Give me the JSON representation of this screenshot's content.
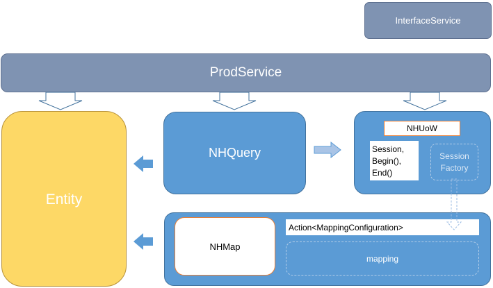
{
  "interface_service": {
    "label": "InterfaceService"
  },
  "prod_service": {
    "label": "ProdService"
  },
  "entity": {
    "label": "Entity"
  },
  "nhquery": {
    "label": "NHQuery"
  },
  "nhuow": {
    "label": "NHUoW",
    "session_text": "Session,\nBegin(),\nEnd()",
    "session_factory": "Session\nFactory"
  },
  "nhmap": {
    "label": "NHMap",
    "action": "Action<MappingConfiguration>",
    "mapping": "mapping"
  },
  "colors": {
    "service_fill": "#7f93b2",
    "entity_fill": "#fdd866",
    "component_fill": "#5b9bd5",
    "accent_outline": "#ed7d31"
  }
}
